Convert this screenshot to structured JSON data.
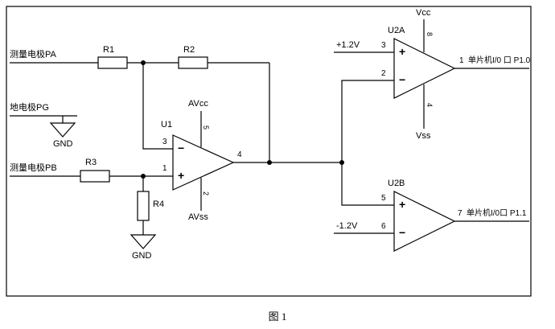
{
  "caption": "图 1",
  "inputs": {
    "pa_label": "测量电极PA",
    "pg_label": "地电极PG",
    "pb_label": "测量电极PB"
  },
  "grounds": {
    "gnd_pg": "GND",
    "gnd_r4": "GND"
  },
  "resistors": {
    "r1": "R1",
    "r2": "R2",
    "r3": "R3",
    "r4": "R4"
  },
  "u1": {
    "name": "U1",
    "pin_inv": "3",
    "pin_noninv": "1",
    "pin_out": "4",
    "sign_inv": "−",
    "sign_noninv": "+",
    "vcc_label": "AVcc",
    "vss_label": "AVss",
    "pin_vcc": "5",
    "pin_vss": "2"
  },
  "u2a": {
    "name": "U2A",
    "pin_p": "3",
    "pin_n": "2",
    "pin_out": "1",
    "sign_p": "+",
    "sign_n": "−",
    "vcc_label": "Vcc",
    "vss_label": "Vss",
    "pin_vcc": "8",
    "pin_vss": "4",
    "input_label": "+1.2V",
    "output_label": "单片机I/0 口 P1.0"
  },
  "u2b": {
    "name": "U2B",
    "pin_p": "5",
    "pin_n": "6",
    "pin_out": "7",
    "sign_p": "+",
    "sign_n": "−",
    "input_label": "-1.2V",
    "output_label": "单片机I/0口 P1.1"
  }
}
